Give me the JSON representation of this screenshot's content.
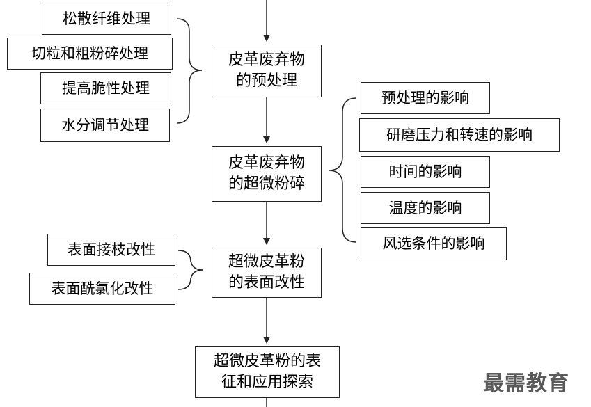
{
  "main_steps": [
    "皮革废弃物\n的预处理",
    "皮革废弃物\n的超微粉碎",
    "超微皮革粉\n的表面改性",
    "超微皮革粉的表\n征和应用探索"
  ],
  "pretreatment_items": [
    "松散纤维处理",
    "切粒和粗粉碎处理",
    "提高脆性处理",
    "水分调节处理"
  ],
  "grinding_factors": [
    "预处理的影响",
    "研磨压力和转速的影响",
    "时间的影响",
    "温度的影响",
    "风选条件的影响"
  ],
  "modification_items": [
    "表面接枝改性",
    "表面酰氯化改性"
  ],
  "watermark": "最需教育"
}
